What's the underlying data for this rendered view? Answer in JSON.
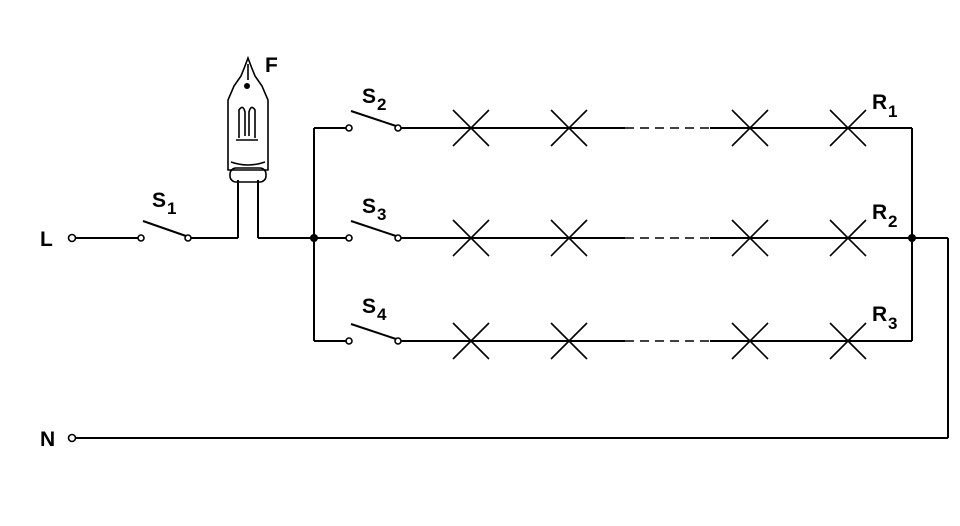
{
  "terminals": {
    "line": "L",
    "neutral": "N"
  },
  "fuse": {
    "label": "F"
  },
  "switches": [
    {
      "letter": "S",
      "index": "1"
    },
    {
      "letter": "S",
      "index": "2"
    },
    {
      "letter": "S",
      "index": "3"
    },
    {
      "letter": "S",
      "index": "4"
    }
  ],
  "circuits": [
    {
      "letter": "R",
      "index": "1"
    },
    {
      "letter": "R",
      "index": "2"
    },
    {
      "letter": "R",
      "index": "3"
    }
  ]
}
